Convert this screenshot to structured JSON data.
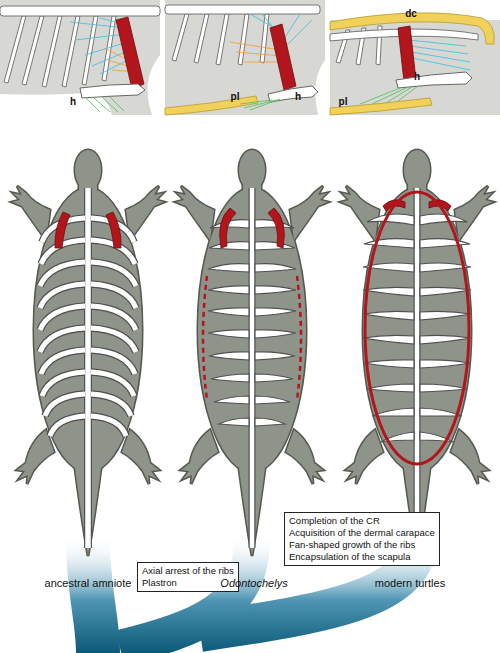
{
  "diagram": {
    "nodes": [
      {
        "text": [
          "Axial arrest of the ribs",
          "Plastron"
        ]
      },
      {
        "text": [
          "Completion of the CR",
          "Acquisition of the dermal carapace",
          "Fan-shaped growth of the ribs",
          "Encapsulation of the scapula"
        ]
      }
    ],
    "labels": [
      "h",
      "pl",
      "h",
      "dc",
      "h",
      "pl",
      "ancestral amniote",
      "Odontochelys",
      "modern turtles"
    ]
  }
}
